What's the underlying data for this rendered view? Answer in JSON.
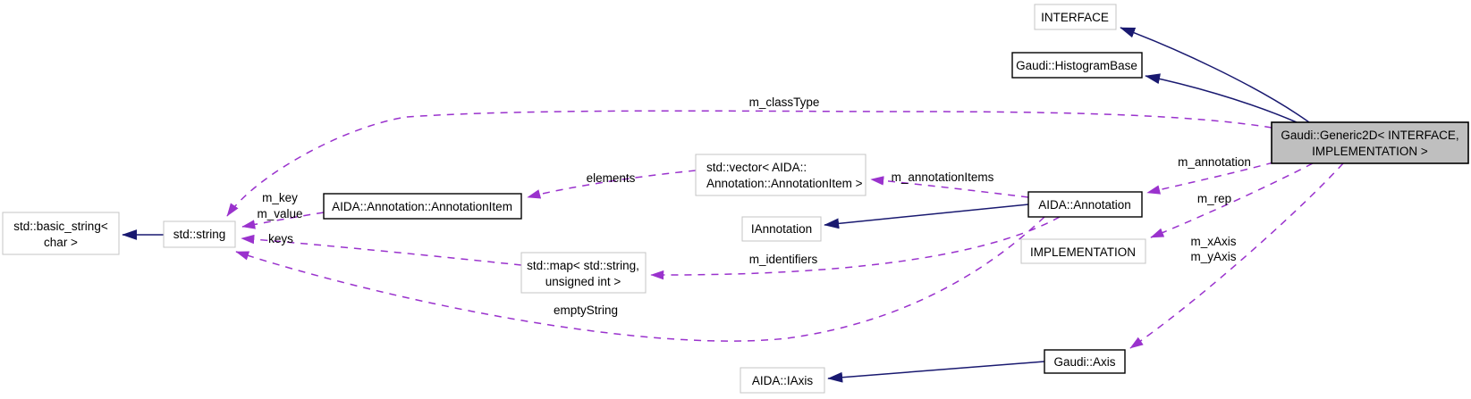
{
  "colors": {
    "inheritance_edge": "#191970",
    "usage_edge": "#9a32cd",
    "current_node_fill": "#bfbfbf",
    "node_fill": "#ffffff",
    "documented_node_border": "#000000",
    "external_node_border": "#c4c4c4",
    "text": "#000000"
  },
  "nodes": {
    "interface": {
      "label": "INTERFACE"
    },
    "histogram_base": {
      "label": "Gaudi::HistogramBase"
    },
    "generic2d": {
      "line1": "Gaudi::Generic2D< INTERFACE,",
      "line2": "IMPLEMENTATION >"
    },
    "basic_string": {
      "line1": "std::basic_string<",
      "line2": "char >"
    },
    "std_string": {
      "label": "std::string"
    },
    "annotation_item": {
      "label": "AIDA::Annotation::AnnotationItem"
    },
    "vector_annotation_item": {
      "line1": "std::vector< AIDA::",
      "line2": "Annotation::AnnotationItem >"
    },
    "iannotation": {
      "label": "IAnnotation"
    },
    "aida_annotation": {
      "label": "AIDA::Annotation"
    },
    "implementation": {
      "label": "IMPLEMENTATION"
    },
    "std_map": {
      "line1": "std::map< std::string,",
      "line2": "unsigned int >"
    },
    "aida_iaxis": {
      "label": "AIDA::IAxis"
    },
    "gaudi_axis": {
      "label": "Gaudi::Axis"
    }
  },
  "edge_labels": {
    "m_classType": "m_classType",
    "m_key": "m_key",
    "m_value": "m_value",
    "keys": "keys",
    "elements": "elements",
    "m_annotationItems": "m_annotationItems",
    "m_annotation": "m_annotation",
    "m_rep": "m_rep",
    "m_identifiers": "m_identifiers",
    "emptyString": "emptyString",
    "m_xAxis": "m_xAxis",
    "m_yAxis": "m_yAxis"
  }
}
